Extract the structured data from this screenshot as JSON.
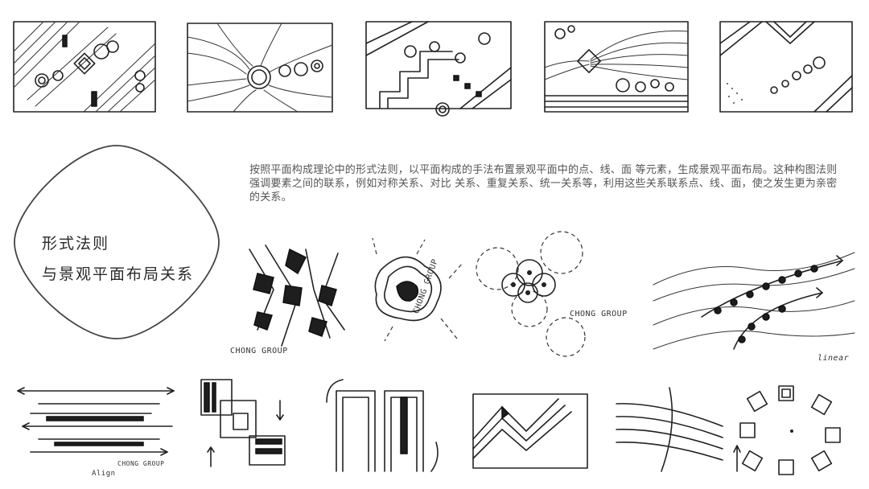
{
  "title": {
    "line1": "形式法则",
    "line2": "与景观平面布局关系"
  },
  "description": "按照平面构成理论中的形式法则，以平面构成的手法布置景观平面中的点、线、面 等元素，生成景观平面布局。这种构图法则强调要素之间的联系，例如对称关系、对比 关系、重复关系、统一关系等，利用这些关系联系点、线、面，使之发生更为亲密的关系。",
  "sketch_labels": {
    "chong_group_1": "CHONG GROUP",
    "chong_group_2": "CHONG GROUP",
    "chong_group_3": "CHONG GROUP",
    "chong_group_4": "CHONG GROUP",
    "linear": "linear",
    "align": "Align"
  }
}
